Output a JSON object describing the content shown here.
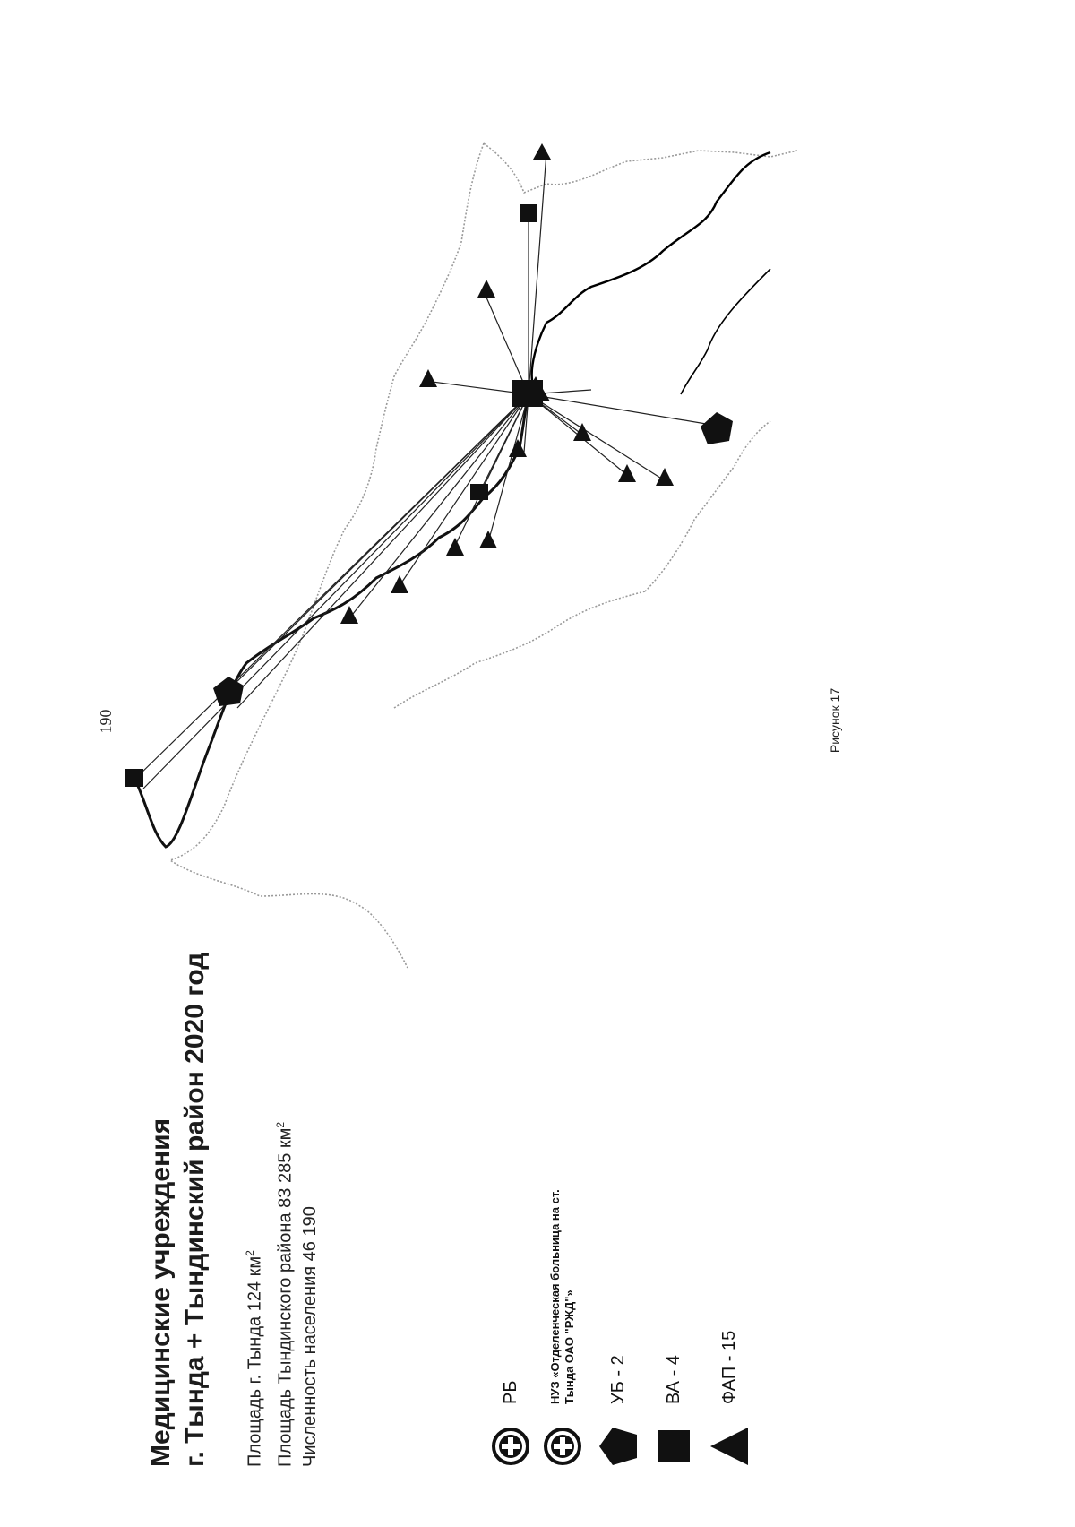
{
  "page": {
    "page_number": "190",
    "caption": "Рисунок 17"
  },
  "slide": {
    "title_line1": "Медицинские учреждения",
    "title_line2": "г. Тында + Тындинский район 2020 год",
    "stats": {
      "area_city_text": "Площадь г. Тында 124 км",
      "area_city_sup": "2",
      "area_district_text": "Площадь Тындинского района 83 285 км",
      "area_district_sup": "2",
      "population_text": "Численность населения 46 190"
    },
    "legend": [
      {
        "icon": "plus-circle-icon",
        "label": "РБ"
      },
      {
        "icon": "plus-circle-icon",
        "label": "НУЗ «Отделенческая больница на ст. Тында ОАО \"РЖД\"»"
      },
      {
        "icon": "pentagon-icon",
        "label": "УБ - 2"
      },
      {
        "icon": "square-icon",
        "label": "ВА - 4"
      },
      {
        "icon": "triangle-icon",
        "label": "ФАП - 15"
      }
    ]
  },
  "map": {
    "colors": {
      "district_border": "#9a9a9a",
      "routes": "#1a1a1a",
      "river": "#000000",
      "markers": "#111111"
    }
  }
}
